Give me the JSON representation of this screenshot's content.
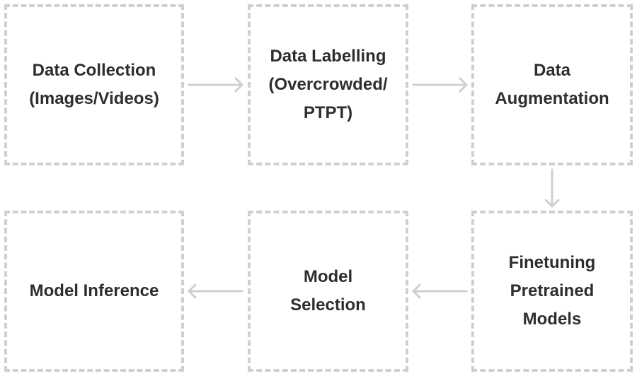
{
  "diagram": {
    "nodes": [
      {
        "id": "b1",
        "label": "Data Collection\n(Images/Videos)"
      },
      {
        "id": "b2",
        "label": "Data Labelling\n(Overcrowded/\nPTPT)"
      },
      {
        "id": "b3",
        "label": "Data\nAugmentation"
      },
      {
        "id": "b4",
        "label": "Finetuning\nPretrained\nModels"
      },
      {
        "id": "b5",
        "label": "Model\nSelection"
      },
      {
        "id": "b6",
        "label": "Model Inference"
      }
    ],
    "edges": [
      {
        "from": "b1",
        "to": "b2"
      },
      {
        "from": "b2",
        "to": "b3"
      },
      {
        "from": "b3",
        "to": "b4"
      },
      {
        "from": "b4",
        "to": "b5"
      },
      {
        "from": "b5",
        "to": "b6"
      }
    ],
    "colors": {
      "border": "#cfcfcf",
      "arrow": "#cfcfcf",
      "text": "#2e2e2e",
      "background": "#ffffff"
    }
  }
}
